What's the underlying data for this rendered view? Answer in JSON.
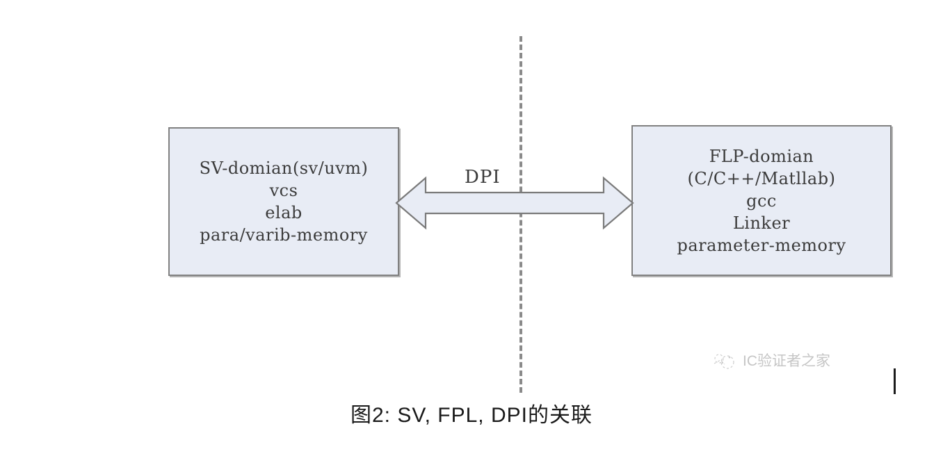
{
  "figure": {
    "caption": "图2: SV, FPL, DPI的关联",
    "background_color": "#ffffff",
    "box_fill_color": "#e8ecf5",
    "box_border_color": "#808080",
    "divider_color": "#8a8a8a"
  },
  "divider": {
    "name": "domain-separator",
    "style": "dashed-vertical"
  },
  "left_box": {
    "title": "SV-domian(sv/uvm)",
    "lines": [
      "SV-domian(sv/uvm)",
      "vcs",
      "elab",
      "para/varib-memory"
    ]
  },
  "right_box": {
    "title": "FLP-domian",
    "lines": [
      "FLP-domian",
      "(C/C++/Matllab)",
      "gcc",
      "Linker",
      "parameter-memory"
    ]
  },
  "connector": {
    "label": "DPI",
    "direction": "bidirectional",
    "fill_color": "#e8ecf5",
    "stroke_color": "#7a7a7a"
  },
  "watermark": {
    "text": "IC验证者之家",
    "logo_icon": "cloud-dots-logo-icon"
  }
}
